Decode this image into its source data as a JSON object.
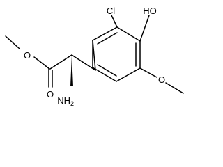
{
  "molecule": {
    "atoms": {
      "chlorine": "Cl",
      "hydroxyl": "HO",
      "amine": "NH",
      "amine_subscript": "2",
      "ester_oxygen": "O",
      "carbonyl_oxygen": "O",
      "methoxy_oxygen": "O"
    }
  }
}
